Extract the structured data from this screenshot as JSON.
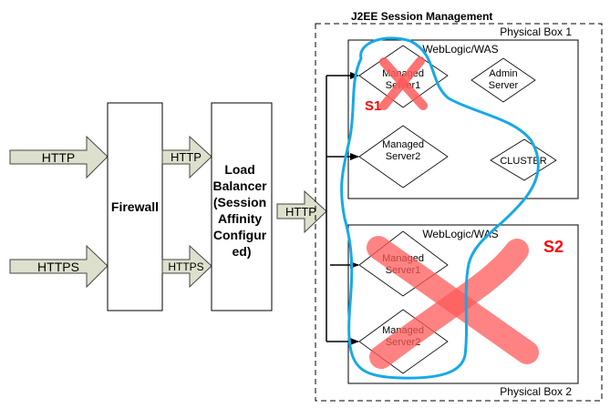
{
  "title": "J2EE Session Management",
  "inputs": [
    {
      "label": "HTTP"
    },
    {
      "label": "HTTPS"
    }
  ],
  "firewall": {
    "label": "Firewall"
  },
  "firewall_outputs": [
    {
      "label": "HTTP"
    },
    {
      "label": "HTTPS"
    }
  ],
  "load_balancer": {
    "lines": [
      "Load",
      "Balancer",
      "(Session",
      "Affinity",
      "Configur",
      "ed)"
    ]
  },
  "lb_output": {
    "label": "HTTP"
  },
  "box1": {
    "label": "Physical Box 1",
    "container": "WebLogic/WAS",
    "nodes": [
      {
        "lines": [
          "Managed",
          "Server1"
        ]
      },
      {
        "lines": [
          "Admin",
          "Server"
        ]
      },
      {
        "lines": [
          "Managed",
          "Server2"
        ]
      },
      {
        "lines": [
          "CLUSTER"
        ]
      }
    ],
    "mark": "S1"
  },
  "box2": {
    "label": "Physical Box 2",
    "container": "WebLogic/WAS",
    "nodes": [
      {
        "lines": [
          "Managed",
          "Server1"
        ]
      },
      {
        "lines": [
          "Managed",
          "Server2"
        ]
      }
    ],
    "mark": "S2"
  },
  "colors": {
    "arrow_fill": "#dde0cc",
    "cross": "#ff5a5a",
    "session_outline": "#17a9e6",
    "mark_text": "#ff0000"
  }
}
